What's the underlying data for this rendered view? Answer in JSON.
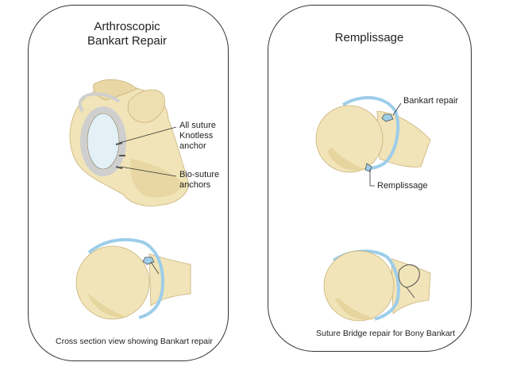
{
  "left_panel": {
    "title_line1": "Arthroscopic",
    "title_line2": "Bankart Repair",
    "label_all_suture": [
      "All suture",
      "Knotless",
      "anchor"
    ],
    "label_bio_suture": [
      "Bio-suture",
      "anchors"
    ],
    "caption": "Cross section view showing Bankart repair"
  },
  "right_panel": {
    "title": "Remplissage",
    "label_bankart": "Bankart repair",
    "label_remplissage": "Remplissage",
    "caption": "Suture Bridge repair for Bony Bankart"
  },
  "colors": {
    "bone": "#f1e4b8",
    "bone_shadow": "#e2cf94",
    "labrum_blue": "#9dcde9",
    "cartilage": "#e3f1f7",
    "outline": "#333333"
  }
}
